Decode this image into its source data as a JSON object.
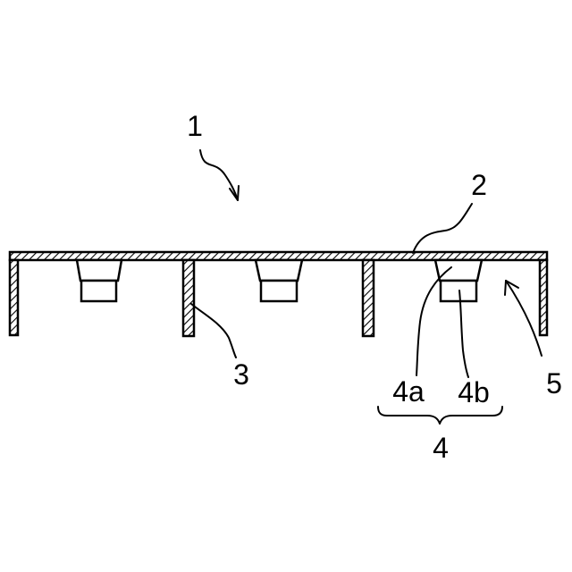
{
  "diagram": {
    "labels": {
      "assembly": "1",
      "top_plate": "2",
      "partition_wall": "3",
      "fitting": "4",
      "fitting_upper": "4a",
      "fitting_lower": "4b",
      "opening": "5"
    },
    "colors": {
      "line": "#000000",
      "background": "#ffffff"
    }
  }
}
